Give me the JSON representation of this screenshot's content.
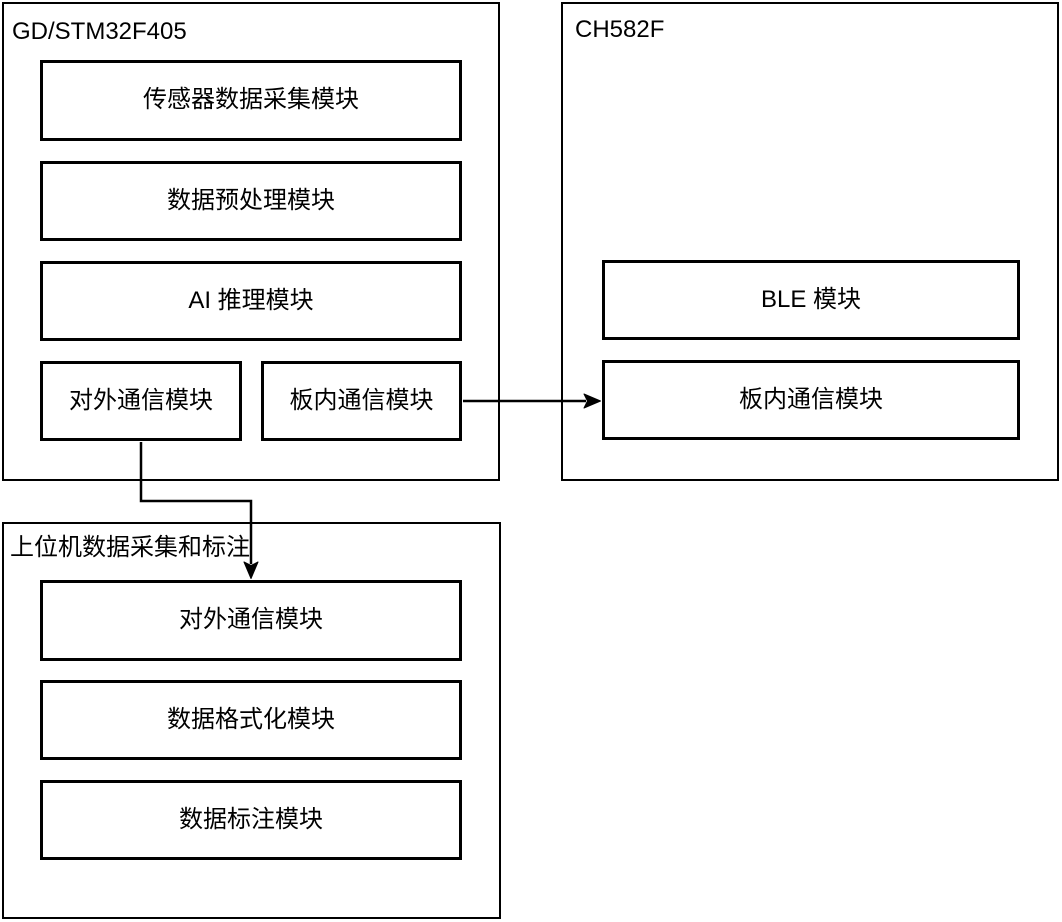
{
  "diagram": {
    "type": "block-diagram",
    "colors": {
      "stroke": "#000000",
      "background": "#ffffff",
      "text": "#000000"
    },
    "containers": [
      {
        "title": "GD/STM32F405",
        "modules": [
          "传感器数据采集模块",
          "数据预处理模块",
          "AI 推理模块",
          "对外通信模块",
          "板内通信模块"
        ]
      },
      {
        "title": "CH582F",
        "modules": [
          "BLE 模块",
          "板内通信模块"
        ]
      },
      {
        "title": "上位机数据采集和标注",
        "modules": [
          "对外通信模块",
          "数据格式化模块",
          "数据标注模块"
        ]
      }
    ],
    "connections": [
      {
        "from": "GD/STM32F405 / 板内通信模块",
        "to": "CH582F / 板内通信模块",
        "style": "solid-arrow"
      },
      {
        "from": "GD/STM32F405 / 对外通信模块",
        "to": "上位机数据采集和标注 / 对外通信模块",
        "style": "solid-arrow"
      }
    ]
  }
}
